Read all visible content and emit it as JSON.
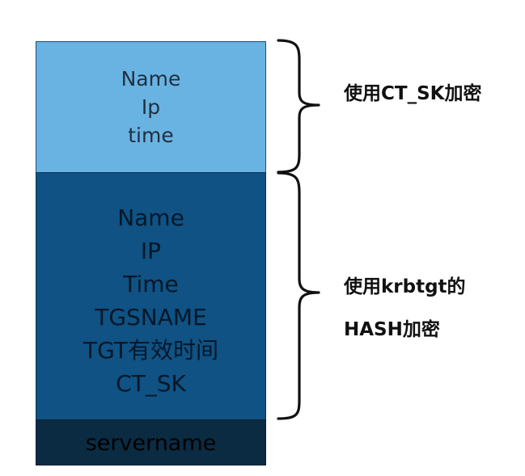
{
  "blocks": {
    "top": {
      "lines": [
        "Name",
        "Ip",
        "time"
      ],
      "color": "#69b3e3"
    },
    "middle": {
      "lines": [
        "Name",
        "IP",
        "Time",
        "TGSNAME",
        "TGT有效时间",
        "CT_SK"
      ],
      "color": "#0f5283"
    },
    "bottom": {
      "lines": [
        "servername"
      ],
      "color": "#0b2b43"
    }
  },
  "annotations": {
    "top": "使用CT_SK加密",
    "middle_line1": "使用krbtgt的",
    "middle_line2": "HASH加密"
  }
}
